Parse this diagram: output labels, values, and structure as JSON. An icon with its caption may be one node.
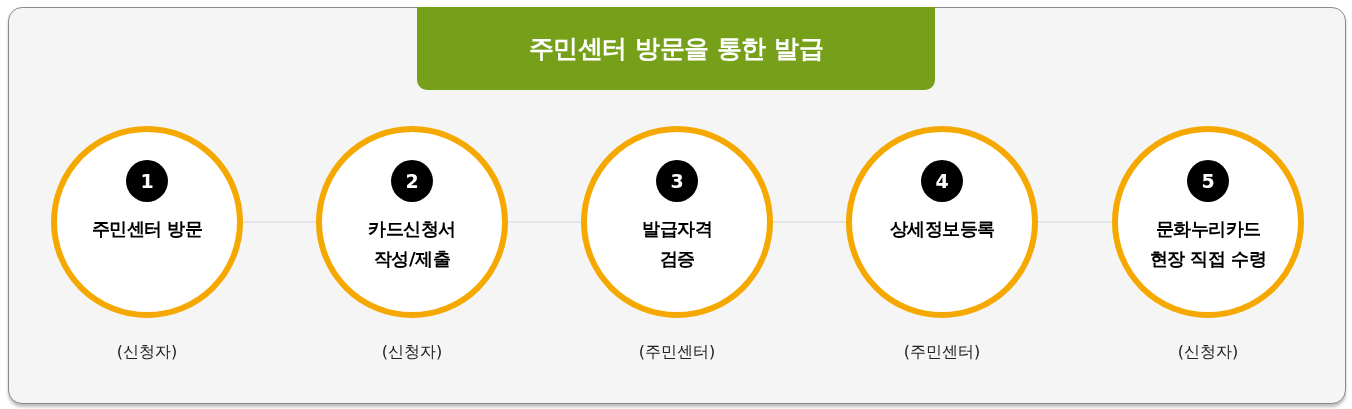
{
  "diagram": {
    "title": "주민센터 방문을 통한 발급",
    "nodes": [
      {
        "text": [
          "1",
          "주민센터 방문"
        ],
        "beside": [
          "(신청자)"
        ]
      },
      {
        "text": [
          "2",
          "카드신청서 작성/제출"
        ],
        "beside": [
          "(신청자)"
        ]
      },
      {
        "text": [
          "3",
          "발급자격 검증"
        ],
        "beside": [
          "(주민센터)"
        ]
      },
      {
        "text": [
          "4",
          "상세정보등록"
        ],
        "beside": [
          "(주민센터)"
        ]
      },
      {
        "text": [
          "5",
          "문화누리카드 현장 직접 수령"
        ],
        "beside": [
          "(신청자)"
        ]
      }
    ],
    "edges": [
      {
        "from": 0,
        "to": 1,
        "arrow": "none"
      },
      {
        "from": 1,
        "to": 2,
        "arrow": "none"
      },
      {
        "from": 2,
        "to": 3,
        "arrow": "none"
      },
      {
        "from": 3,
        "to": 4,
        "arrow": "none"
      }
    ]
  }
}
